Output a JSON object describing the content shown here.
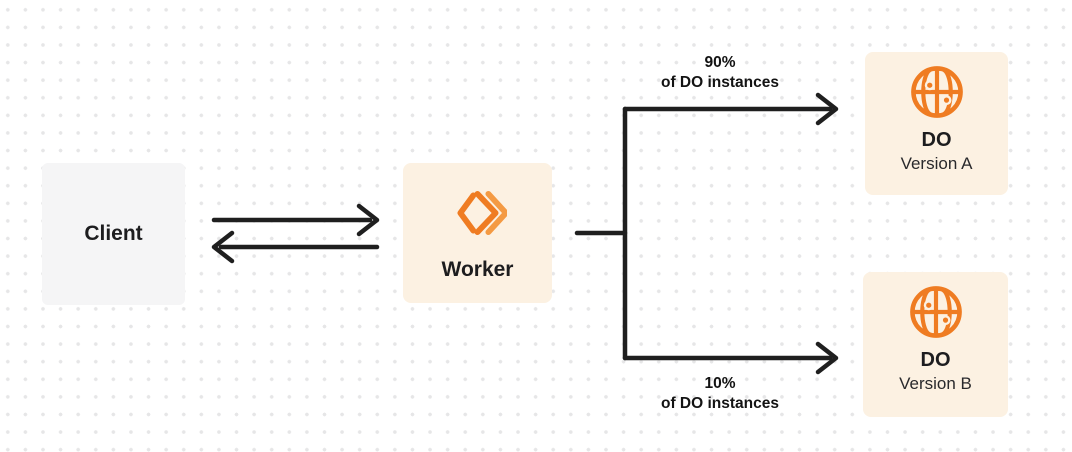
{
  "diagram": {
    "description": "Worker routing traffic between two Durable Object versions",
    "nodes": {
      "client": {
        "label": "Client"
      },
      "worker": {
        "label": "Worker"
      },
      "do_a": {
        "title": "DO",
        "subtitle": "Version A"
      },
      "do_b": {
        "title": "DO",
        "subtitle": "Version B"
      }
    },
    "edges": {
      "client_worker_request": {
        "direction": "right"
      },
      "worker_client_response": {
        "direction": "left"
      },
      "top_split": {
        "line1": "90%",
        "line2": "of DO instances"
      },
      "bottom_split": {
        "line1": "10%",
        "line2": "of DO instances"
      }
    },
    "colors": {
      "orange": "#ef7c22",
      "cream_box": "#fcf1e2",
      "gray_box": "#f5f5f6",
      "arrow": "#1f1f1f",
      "dot_grid": "#e6e6e7",
      "text": "#1d1d1f"
    }
  }
}
